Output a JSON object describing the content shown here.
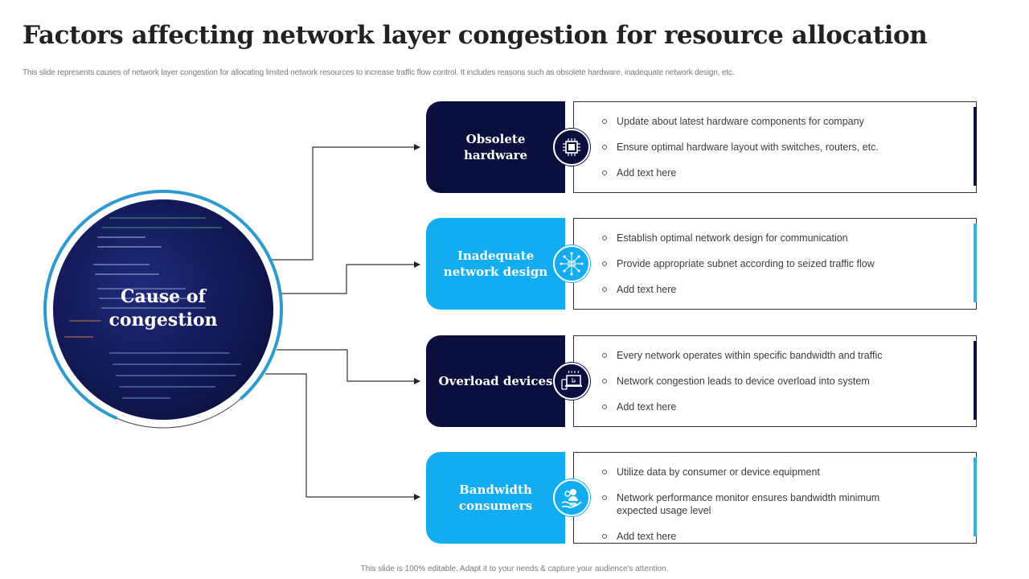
{
  "title": "Factors affecting network layer congestion for resource allocation",
  "subtitle": "This slide represents causes of network layer congestion for allocating limited  network resources to increase traffic flow control. It includes reasons such as obsolete hardware, inadequate network design, etc.",
  "footer": "This slide is 100% editable.  Adapt it to your needs & capture your audience's attention.",
  "colors": {
    "dark_navy": "#0b0f3e",
    "light_blue": "#12adf0",
    "ring_blue": "#2e9bd0"
  },
  "hub": {
    "label_line1": "Cause of",
    "label_line2": "congestion"
  },
  "factors": [
    {
      "label": "Obsolete hardware",
      "theme": "dark",
      "icon": "cpu-chip-icon",
      "bullets": [
        "Update about latest hardware  components for company",
        "Ensure optimal hardware  layout with switches, routers, etc.",
        "Add text here"
      ]
    },
    {
      "label": "Inadequate network design",
      "theme": "light",
      "icon": "network-hub-icon",
      "bullets": [
        "Establish optimal network design for communication",
        "Provide  appropriate  subnet according to seized traffic  flow",
        "Add text here"
      ]
    },
    {
      "label": "Overload devices",
      "theme": "dark",
      "icon": "devices-overload-icon",
      "bullets": [
        "Every network operates within specific bandwidth  and traffic",
        "Network congestion leads to device  overload  into system",
        "Add text here"
      ]
    },
    {
      "label": "Bandwidth consumers",
      "theme": "light",
      "icon": "hand-user-icon",
      "bullets": [
        "Utilize data by consumer or device  equipment",
        "Network performance  monitor ensures bandwidth  minimum expected usage level",
        "Add text here"
      ]
    }
  ]
}
